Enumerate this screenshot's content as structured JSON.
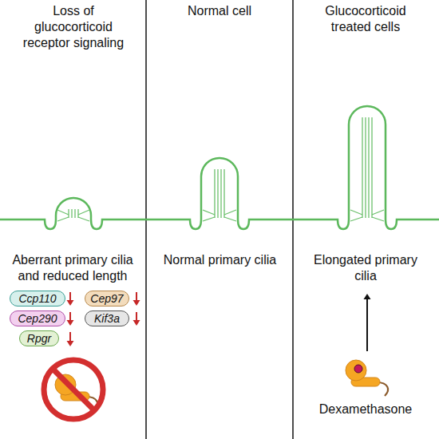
{
  "diagram": {
    "nodes": [
      {
        "text": [
          "Ccp110"
        ]
      },
      {
        "text": [
          "Cep97"
        ]
      },
      {
        "text": [
          "Cep290"
        ]
      },
      {
        "text": [
          "Kif3a"
        ]
      },
      {
        "text": [
          "Rpgr"
        ]
      }
    ],
    "labels": [
      "Loss of glucocorticoid receptor signaling",
      "Normal cell",
      "Glucocorticoid treated cells",
      "Aberrant primary cilia and reduced length",
      "Normal primary cilia",
      "Elongated primary cilia",
      "Dexamethasone"
    ]
  }
}
